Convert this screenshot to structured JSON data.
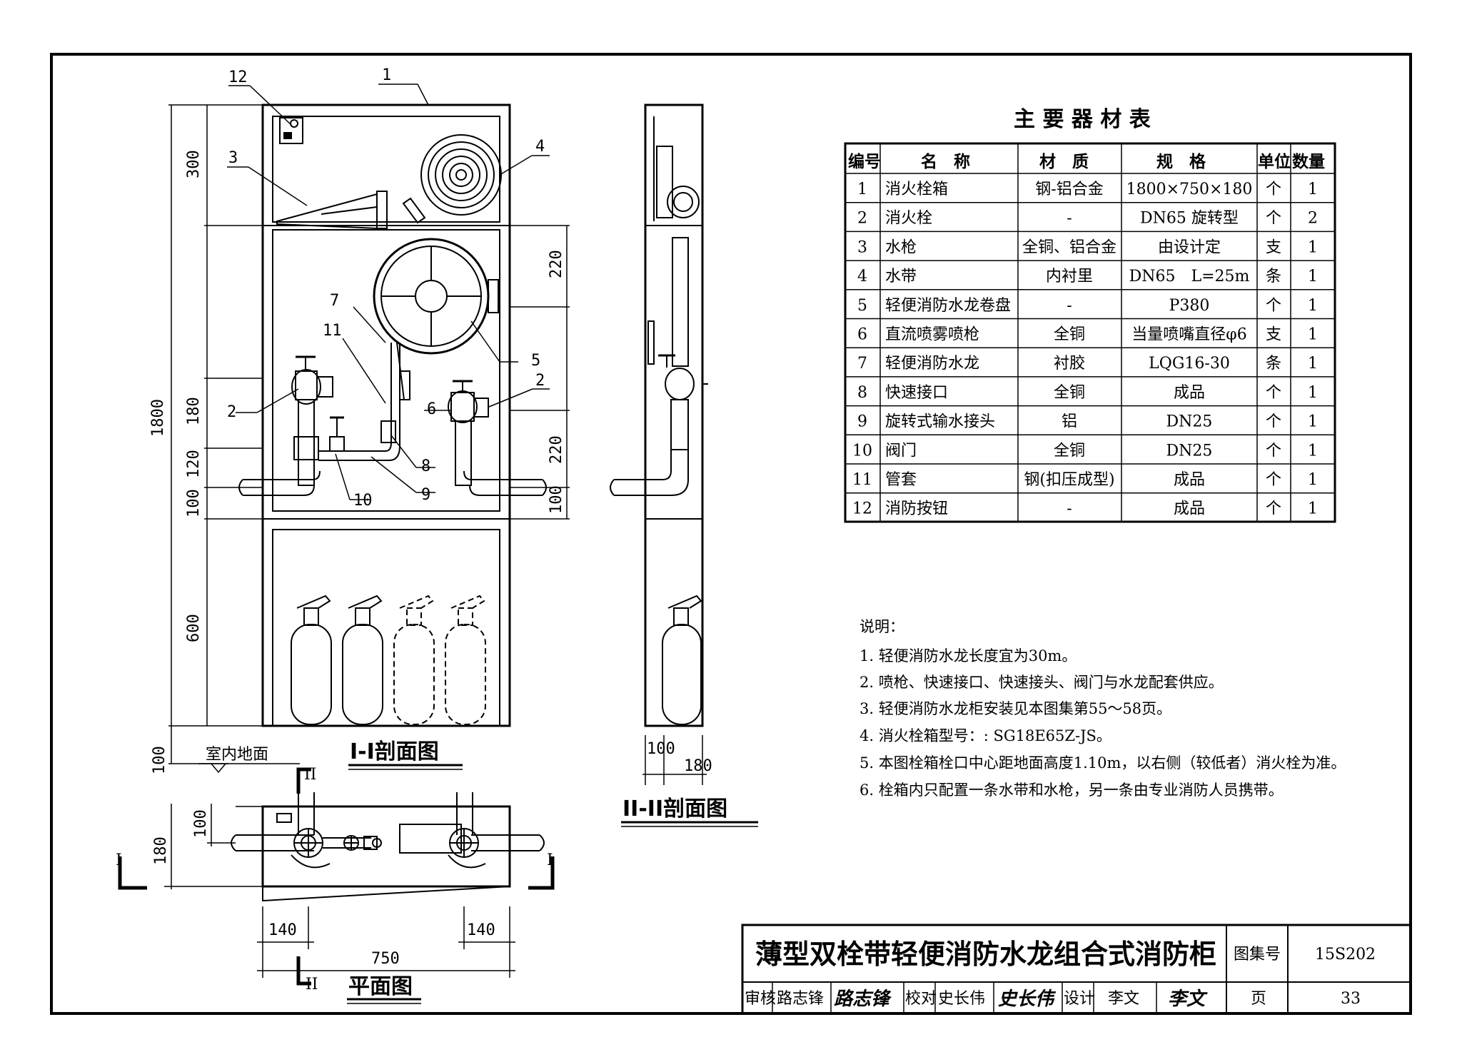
{
  "views": {
    "section_1": {
      "title": "I-I剖面图",
      "callouts": [
        "1",
        "12",
        "3",
        "4",
        "7",
        "11",
        "5",
        "2",
        "2",
        "6",
        "8",
        "9",
        "10"
      ],
      "dims_left": [
        "300",
        "1800",
        "180",
        "120",
        "100",
        "600",
        "100"
      ],
      "dims_right": [
        "220",
        "220",
        "100"
      ],
      "floor_label": "室内地面"
    },
    "section_2": {
      "title": "II-II剖面图",
      "dims": [
        "100",
        "180"
      ]
    },
    "plan": {
      "title": "平面图",
      "dims": [
        "180",
        "100",
        "140",
        "140",
        "750"
      ],
      "cut_marks": [
        "II",
        "I",
        "I",
        "II"
      ]
    }
  },
  "table": {
    "title": "主 要 器 材 表",
    "headers": [
      "编号",
      "名　称",
      "材　质",
      "规　格",
      "单位",
      "数量"
    ],
    "rows": [
      [
        "1",
        "消火栓箱",
        "钢-铝合金",
        "1800×750×180",
        "个",
        "1"
      ],
      [
        "2",
        "消火栓",
        "-",
        "DN65 旋转型",
        "个",
        "2"
      ],
      [
        "3",
        "水枪",
        "全铜、铝合金",
        "由设计定",
        "支",
        "1"
      ],
      [
        "4",
        "水带",
        "内衬里",
        "DN65　L=25m",
        "条",
        "1"
      ],
      [
        "5",
        "轻便消防水龙卷盘",
        "-",
        "P380",
        "个",
        "1"
      ],
      [
        "6",
        "直流喷雾喷枪",
        "全铜",
        "当量喷嘴直径φ6",
        "支",
        "1"
      ],
      [
        "7",
        "轻便消防水龙",
        "衬胶",
        "LQG16-30",
        "条",
        "1"
      ],
      [
        "8",
        "快速接口",
        "全铜",
        "成品",
        "个",
        "1"
      ],
      [
        "9",
        "旋转式输水接头",
        "铝",
        "DN25",
        "个",
        "1"
      ],
      [
        "10",
        "阀门",
        "全铜",
        "DN25",
        "个",
        "1"
      ],
      [
        "11",
        "管套",
        "钢(扣压成型)",
        "成品",
        "个",
        "1"
      ],
      [
        "12",
        "消防按钮",
        "-",
        "成品",
        "个",
        "1"
      ]
    ]
  },
  "notes": {
    "heading": "说明：",
    "items": [
      "1. 轻便消防水龙长度宜为30m。",
      "2. 喷枪、快速接口、快速接头、阀门与水龙配套供应。",
      "3. 轻便消防水龙柜安装见本图集第55～58页。",
      "4. 消火栓箱型号：: SG18E65Z-JS。",
      "5. 本图栓箱栓口中心距地面高度1.10m，以右侧（较低者）消火栓为准。",
      "6. 栓箱内只配置一条水带和水枪，另一条由专业消防人员携带。"
    ]
  },
  "title_block": {
    "drawing_title": "薄型双栓带轻便消防水龙组合式消防柜",
    "atlas_label": "图集号",
    "atlas_no": "15S202",
    "review_label": "审核",
    "review_name": "路志锋",
    "review_sig": "路志锋",
    "check_label": "校对",
    "check_name": "史长伟",
    "check_sig": "史长伟",
    "design_label": "设计",
    "design_name": "李文",
    "design_sig": "李文",
    "page_label": "页",
    "page_no": "33"
  }
}
